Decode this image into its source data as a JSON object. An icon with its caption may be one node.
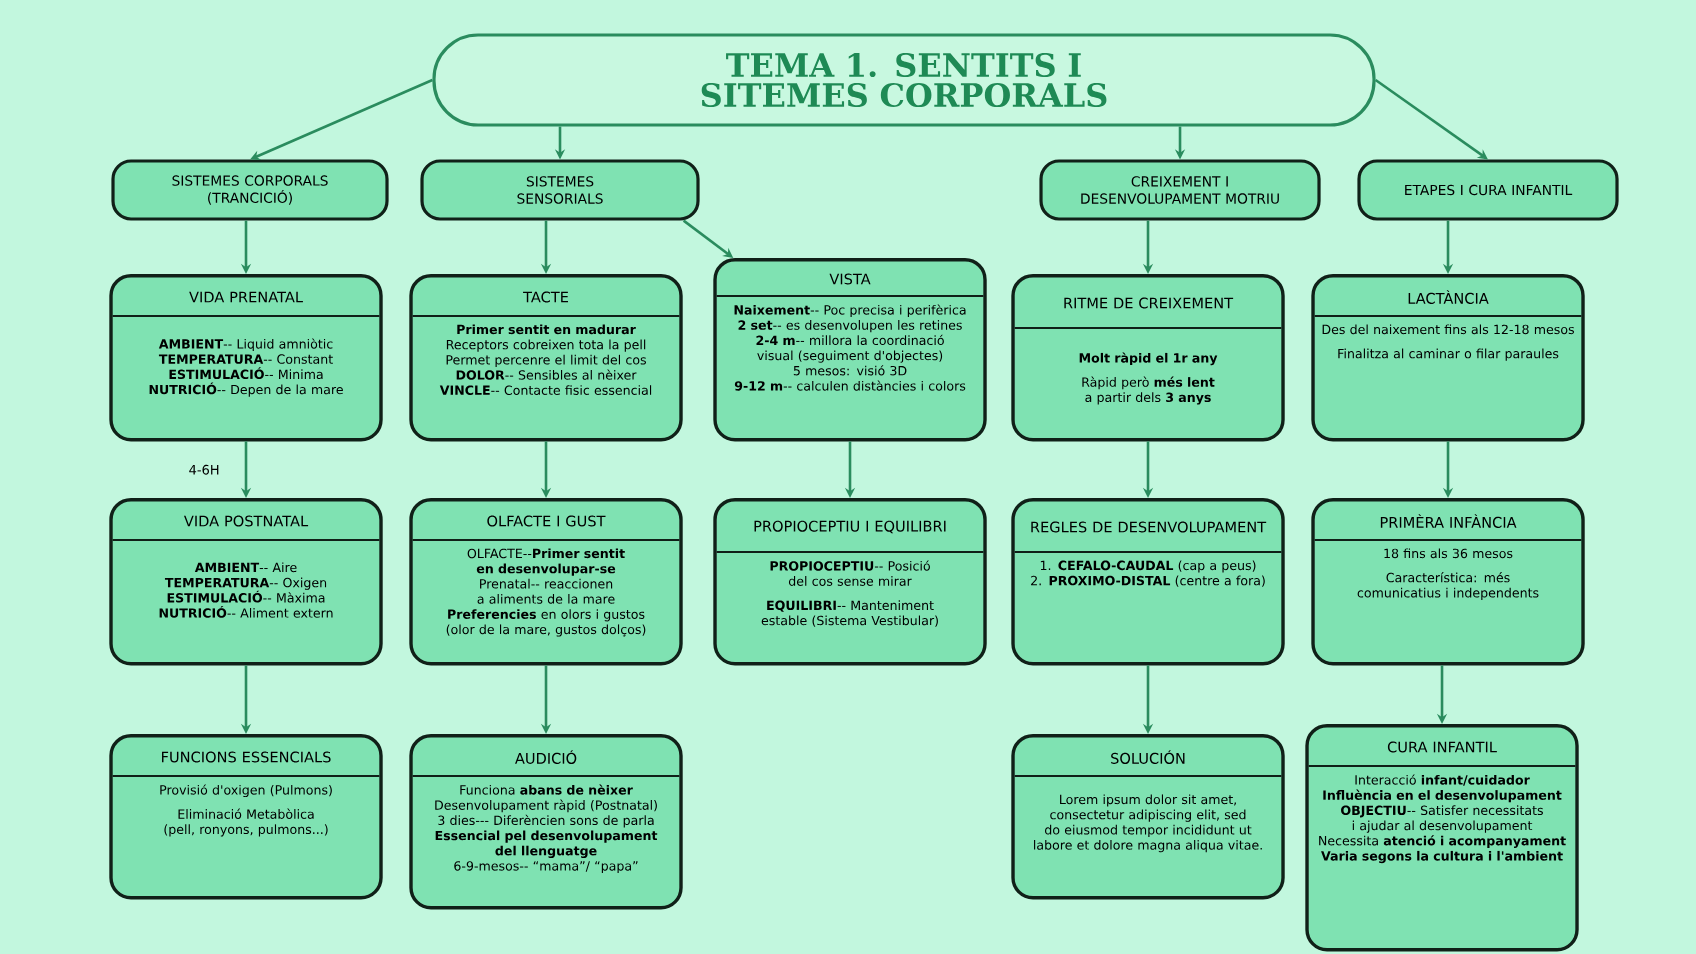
{
  "diagram": {
    "nodes": [
      {
        "text": [
          "TEMA 1. SENTITS I SITEMES CORPORALS"
        ]
      },
      {
        "text": [
          "SISTEMES CORPORALS (TRANCICIÓ)"
        ]
      },
      {
        "text": [
          "SISTEMES SENSORIALS"
        ]
      },
      {
        "text": [
          "CREIXEMENT I DESENVOLUPAMENT MOTRIU"
        ]
      },
      {
        "text": [
          "ETAPES I CURA INFANTIL"
        ]
      },
      {
        "text": [
          "VIDA PRENATAL",
          "**AMBIENT**-- Liquid amniòtic",
          "**TEMPERATURA**-- Constant",
          "**ESTIMULACIÓ**-- Minima",
          "**NUTRICIÓ**-- Depen de la mare"
        ]
      },
      {
        "text": [
          "VIDA POSTNATAL",
          "**AMBIENT**-- Aire",
          "**TEMPERATURA**-- Oxigen",
          "**ESTIMULACIÓ**-- Màxima",
          "**NUTRICIÓ**-- Aliment extern"
        ]
      },
      {
        "text": [
          "FUNCIONS ESSENCIALS",
          "Provisió d'oxigen (Pulmons)",
          "Eliminació Metabòlica (pell, ronyons, pulmons...)"
        ]
      },
      {
        "text": [
          "TACTE",
          "Primer sentit en madurar",
          "Receptors cobreixen tota la pell",
          "Permet percenre el limit del cos",
          "**DOLOR**-- Sensibles al nèixer",
          "**VINCLE**-- Contacte fisic essencial"
        ]
      },
      {
        "text": [
          "OLFACTE I GUST",
          "OLFACTE--**Primer sentit en desenvolupar-se**",
          "Prenatal-- reaccionen a aliments de la mare",
          "**Preferencies** en olors i gustos (olor de la mare, gustos dolços)"
        ]
      },
      {
        "text": [
          "AUDICIÓ",
          "Funciona **abans de nèixer**",
          "Desenvolupament ràpid (Postnatal)",
          "3 dies--- Diferèncien sons de parla",
          "Essencial pel desenvolupament del llenguatge",
          "6-9-mesos-- “mama”/ “papa”"
        ]
      },
      {
        "text": [
          "VISTA",
          "**Naixement**-- Poc precisa i perifèrica",
          "**2 set**-- es desenvolupen les retines",
          "**2-4 m**-- millora la coordinació visual (seguiment d'objectes)",
          "5 mesos: visió 3D",
          "**9-12 m**-- calculen distàncies i colors"
        ]
      },
      {
        "text": [
          "PROPIOCEPTIU I EQUILIBRI",
          "**PROPIOCEPTIU**-- Posició del cos sense mirar",
          "**EQUILIBRI**-- Manteniment estable (Sistema Vestibular)"
        ]
      },
      {
        "text": [
          "RITME DE CREIXEMENT",
          "Molt ràpid el 1r any",
          "Ràpid però **més lent** a partir dels **3 anys**"
        ]
      },
      {
        "text": [
          "REGLES DE DESENVOLUPAMENT",
          "1. **CEFALO-CAUDAL** (cap a peus)",
          "2. **PROXIMO-DISTAL** (centre a fora)"
        ]
      },
      {
        "text": [
          "SOLUCIÓN",
          "Lorem ipsum dolor sit amet, consectetur adipiscing elit, sed do eiusmod tempor incididunt ut labore et dolore magna aliqua vitae."
        ]
      },
      {
        "text": [
          "LACTÀNCIA",
          "Des del naixement fins als 12-18 mesos",
          "Finalitza al caminar o filar paraules"
        ]
      },
      {
        "text": [
          "PRIMÈRA INFÀNCIA",
          "18 fins als 36 mesos",
          "Característica: més comunicatius i independents"
        ]
      },
      {
        "text": [
          "CURA INFANTIL",
          "Interacció **infant/cuidador**",
          "Influència en el desenvolupament",
          "**OBJECTIU**-- Satisfer necessitats i ajudar al desenvolupament",
          "Necessita **atenció i acompanyament**",
          "Varia segons la cultura i l'ambient"
        ]
      }
    ],
    "edges": [
      {
        "from": 0,
        "to": 1,
        "arrow": "to"
      },
      {
        "from": 0,
        "to": 2,
        "arrow": "to"
      },
      {
        "from": 0,
        "to": 3,
        "arrow": "to"
      },
      {
        "from": 0,
        "to": 4,
        "arrow": "to"
      },
      {
        "from": 1,
        "to": 5,
        "arrow": "to"
      },
      {
        "from": 5,
        "to": 6,
        "arrow": "to",
        "label": "4-6H"
      },
      {
        "from": 6,
        "to": 7,
        "arrow": "to"
      },
      {
        "from": 2,
        "to": 8,
        "arrow": "to"
      },
      {
        "from": 2,
        "to": 11,
        "arrow": "to"
      },
      {
        "from": 8,
        "to": 9,
        "arrow": "to"
      },
      {
        "from": 9,
        "to": 10,
        "arrow": "to"
      },
      {
        "from": 11,
        "to": 12,
        "arrow": "to"
      },
      {
        "from": 3,
        "to": 13,
        "arrow": "to"
      },
      {
        "from": 13,
        "to": 14,
        "arrow": "to"
      },
      {
        "from": 14,
        "to": 15,
        "arrow": "to"
      },
      {
        "from": 4,
        "to": 16,
        "arrow": "to"
      },
      {
        "from": 16,
        "to": 17,
        "arrow": "to"
      },
      {
        "from": 17,
        "to": 18,
        "arrow": "to"
      }
    ]
  }
}
